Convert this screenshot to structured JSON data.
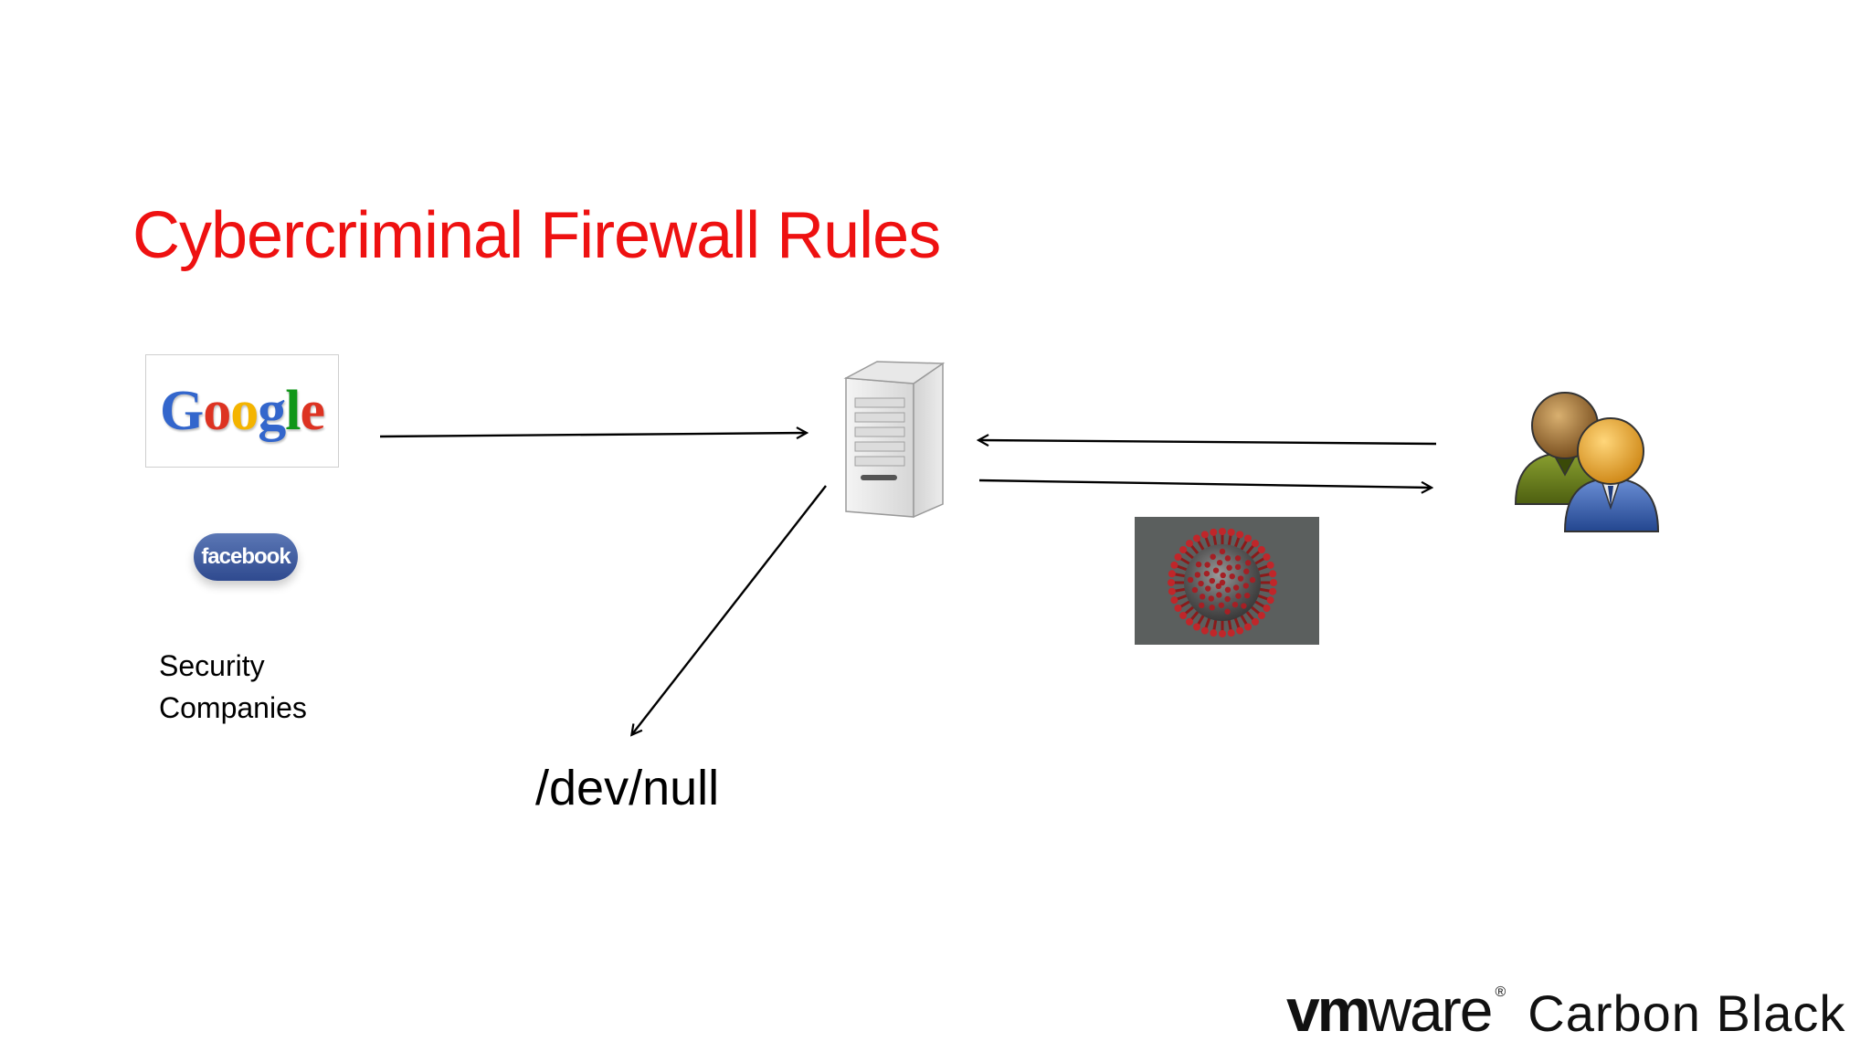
{
  "slide": {
    "title": "Cybercriminal Firewall Rules",
    "title_color": "#ee1111"
  },
  "sources": {
    "google_logo_text": "Google",
    "facebook_logo_text": "facebook",
    "label_line1": "Security",
    "label_line2": "Companies"
  },
  "sink": {
    "label": "/dev/null"
  },
  "icons": {
    "server": "server-icon",
    "users": "users-icon",
    "virus": "virus-image"
  },
  "brand": {
    "vm": "vm",
    "ware": "ware",
    "registered": "®",
    "product": "Carbon Black"
  }
}
